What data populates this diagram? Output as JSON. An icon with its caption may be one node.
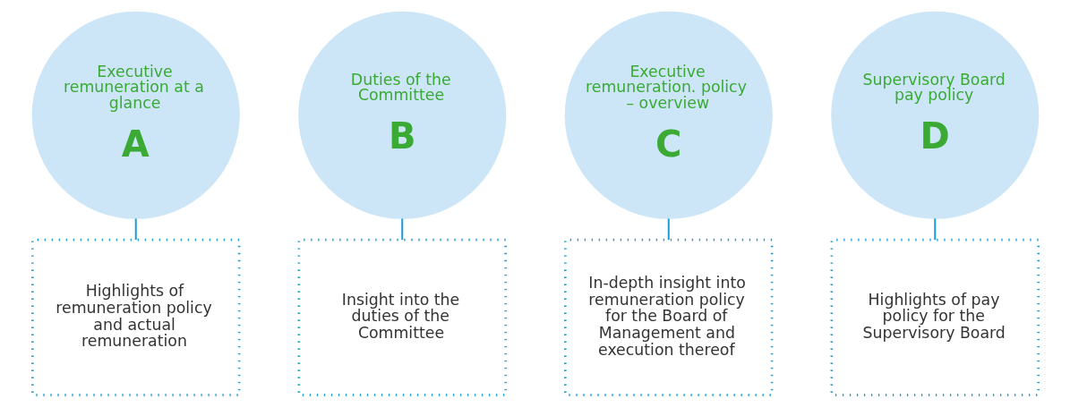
{
  "diagram": {
    "nodes": [
      {
        "text": [
          "Executive remuneration at a glance",
          "A"
        ]
      },
      {
        "text": [
          "Duties of the Committee",
          "B"
        ]
      },
      {
        "text": [
          "Executive remuneration. policy – overview",
          "C"
        ]
      },
      {
        "text": [
          "Supervisory Board pay policy",
          "D"
        ]
      },
      {
        "text": [
          "Highlights of remuneration policy and actual remuneration"
        ]
      },
      {
        "text": [
          "Insight into the duties of the Committee"
        ]
      },
      {
        "text": [
          "In-depth insight into remuneration policy for the Board of Management and execution thereof"
        ]
      },
      {
        "text": [
          "Highlights of pay policy for the Supervisory Board"
        ]
      }
    ],
    "edges": [
      {
        "from": 0,
        "to": 4,
        "arrow": "none"
      },
      {
        "from": 1,
        "to": 5,
        "arrow": "none"
      },
      {
        "from": 2,
        "to": 6,
        "arrow": "none"
      },
      {
        "from": 3,
        "to": 7,
        "arrow": "none"
      }
    ]
  }
}
